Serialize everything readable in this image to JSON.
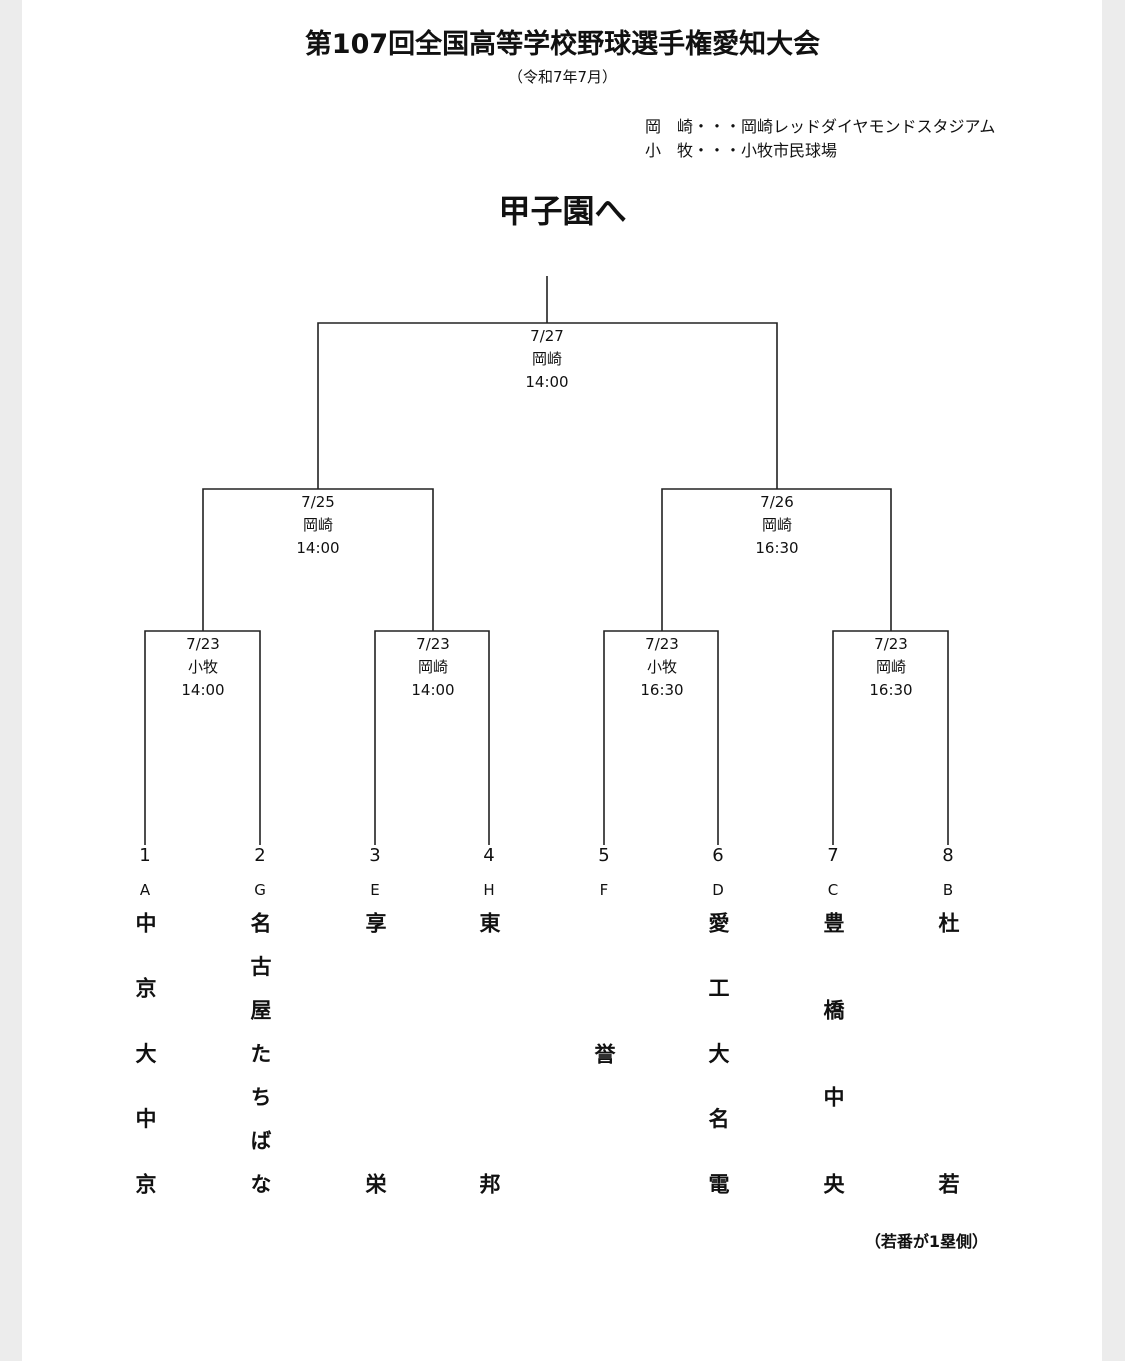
{
  "title": "第107回全国高等学校野球選手権愛知大会",
  "subtitle": "（令和7年7月）",
  "venues": [
    {
      "abbr": "岡　崎",
      "sep": "・・・",
      "full": "岡崎レッドダイヤモンドスタジアム"
    },
    {
      "abbr": "小　牧",
      "sep": "・・・",
      "full": "小牧市民球場"
    }
  ],
  "goal": "甲子園へ",
  "final": {
    "date": "7/27",
    "venue": "岡崎",
    "time": "14:00"
  },
  "semifinals": [
    {
      "date": "7/25",
      "venue": "岡崎",
      "time": "14:00"
    },
    {
      "date": "7/26",
      "venue": "岡崎",
      "time": "16:30"
    }
  ],
  "quarterfinals": [
    {
      "date": "7/23",
      "venue": "小牧",
      "time": "14:00"
    },
    {
      "date": "7/23",
      "venue": "岡崎",
      "time": "14:00"
    },
    {
      "date": "7/23",
      "venue": "小牧",
      "time": "16:30"
    },
    {
      "date": "7/23",
      "venue": "岡崎",
      "time": "16:30"
    }
  ],
  "teams": [
    {
      "num": "1",
      "block": "A",
      "name": "中京大中京"
    },
    {
      "num": "2",
      "block": "G",
      "name": "名古屋たちばな"
    },
    {
      "num": "3",
      "block": "E",
      "name": "享栄"
    },
    {
      "num": "4",
      "block": "H",
      "name": "東邦"
    },
    {
      "num": "5",
      "block": "F",
      "name": "誉"
    },
    {
      "num": "6",
      "block": "D",
      "name": "愛工大名電"
    },
    {
      "num": "7",
      "block": "C",
      "name": "豊橋中央"
    },
    {
      "num": "8",
      "block": "B",
      "name": "杜若"
    }
  ],
  "note": "（若番が1塁側）"
}
